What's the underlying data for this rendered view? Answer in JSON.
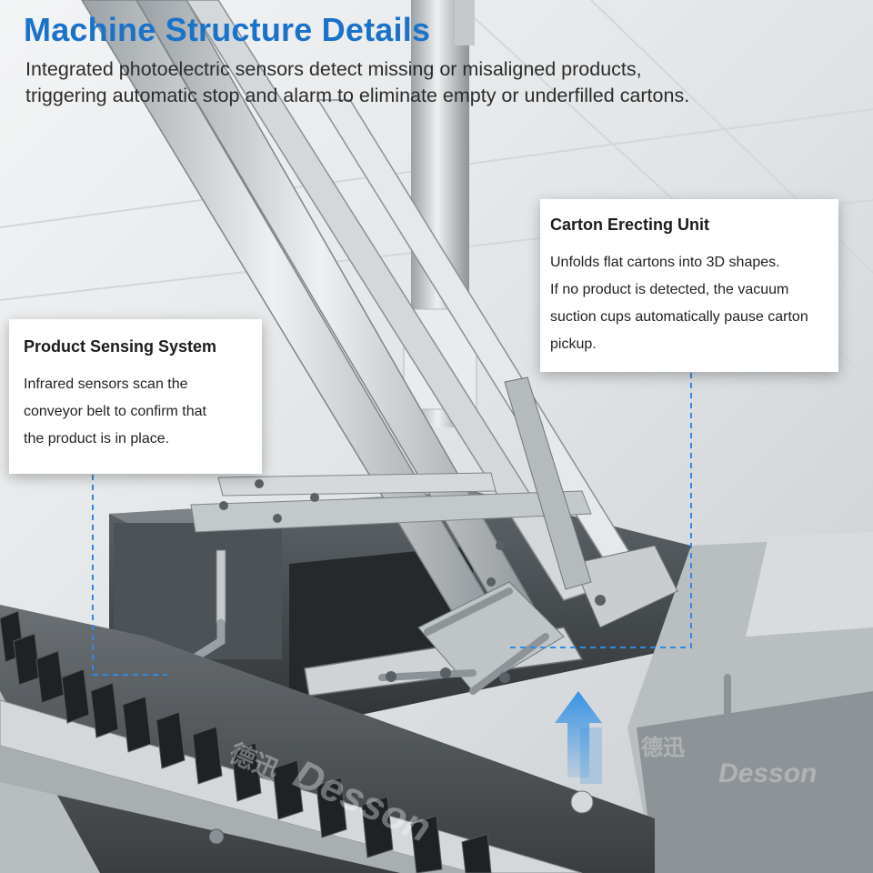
{
  "header": {
    "title": "Machine Structure Details",
    "subtitle_lines": [
      "Integrated photoelectric sensors detect missing or misaligned products,",
      "triggering automatic stop and alarm to eliminate empty or underfilled cartons."
    ]
  },
  "callouts": {
    "product_sensing": {
      "title": "Product Sensing System",
      "lines": [
        "Infrared sensors scan the",
        "conveyor belt to confirm that",
        "the product is in place."
      ]
    },
    "carton_erecting": {
      "title": "Carton Erecting Unit",
      "lines": [
        "Unfolds flat cartons into 3D shapes.",
        "If no product is detected, the vacuum",
        "suction cups automatically pause carton",
        "pickup."
      ]
    }
  },
  "watermark": {
    "chinese": "德迅",
    "brand": "Desson"
  },
  "colors": {
    "accent_blue": "#1a72c9",
    "dashed_line": "#2e8ae6",
    "laser_red": "#e0201a",
    "arrow_blue": "#2f8fe6"
  }
}
